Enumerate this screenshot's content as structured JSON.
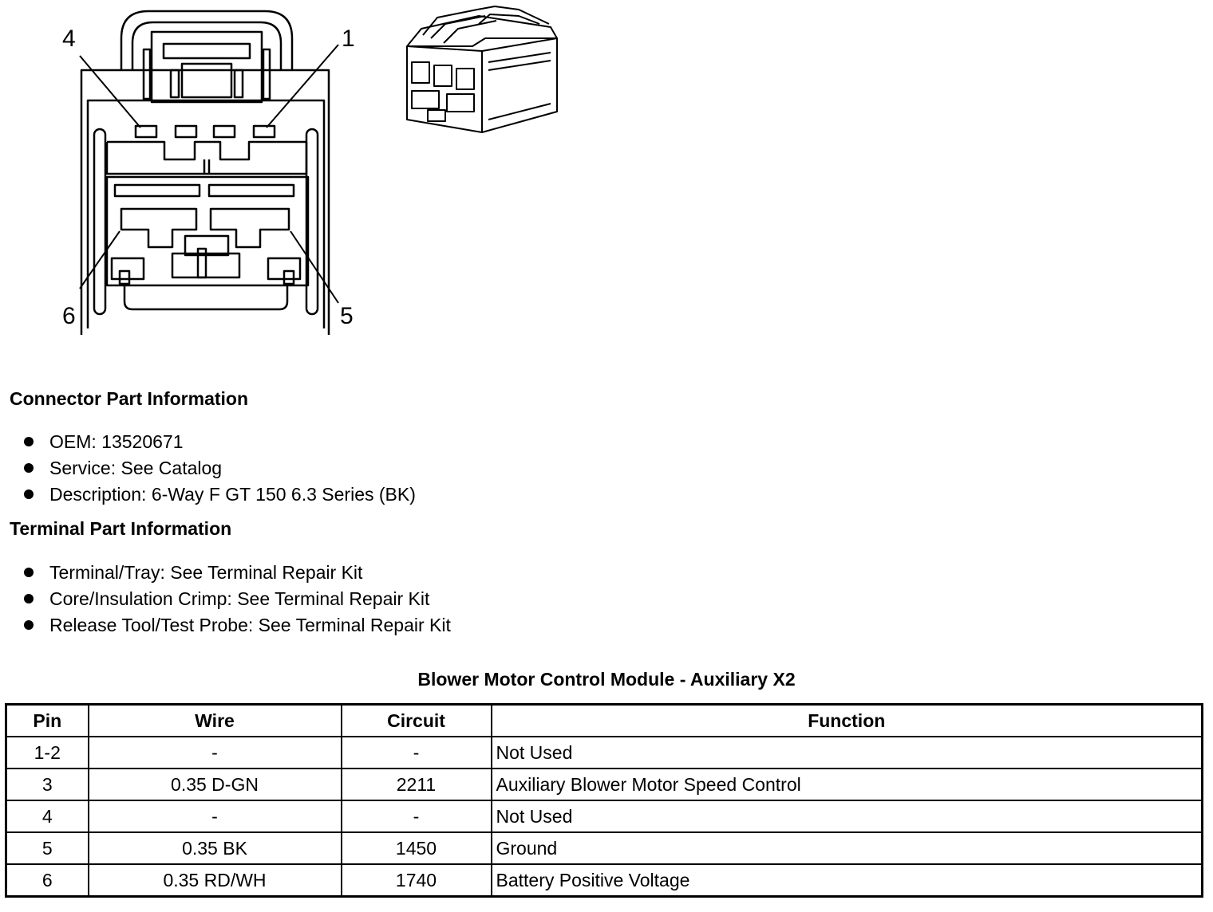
{
  "diagram": {
    "pin_labels": [
      "4",
      "1",
      "6",
      "5"
    ]
  },
  "connector_part_info": {
    "heading": "Connector Part Information",
    "items": [
      "OEM: 13520671",
      "Service: See Catalog",
      "Description: 6-Way F GT 150 6.3 Series (BK)"
    ]
  },
  "terminal_part_info": {
    "heading": "Terminal Part Information",
    "items": [
      "Terminal/Tray: See Terminal Repair Kit",
      "Core/Insulation Crimp: See Terminal Repair Kit",
      "Release Tool/Test Probe: See Terminal Repair Kit"
    ]
  },
  "table": {
    "caption": "Blower Motor Control Module - Auxiliary X2",
    "headers": [
      "Pin",
      "Wire",
      "Circuit",
      "Function"
    ],
    "rows": [
      [
        "1-2",
        "-",
        "-",
        "Not Used"
      ],
      [
        "3",
        "0.35 D-GN",
        "2211",
        "Auxiliary Blower Motor Speed Control"
      ],
      [
        "4",
        "-",
        "-",
        "Not Used"
      ],
      [
        "5",
        "0.35 BK",
        "1450",
        "Ground"
      ],
      [
        "6",
        "0.35 RD/WH",
        "1740",
        "Battery Positive Voltage"
      ]
    ]
  }
}
